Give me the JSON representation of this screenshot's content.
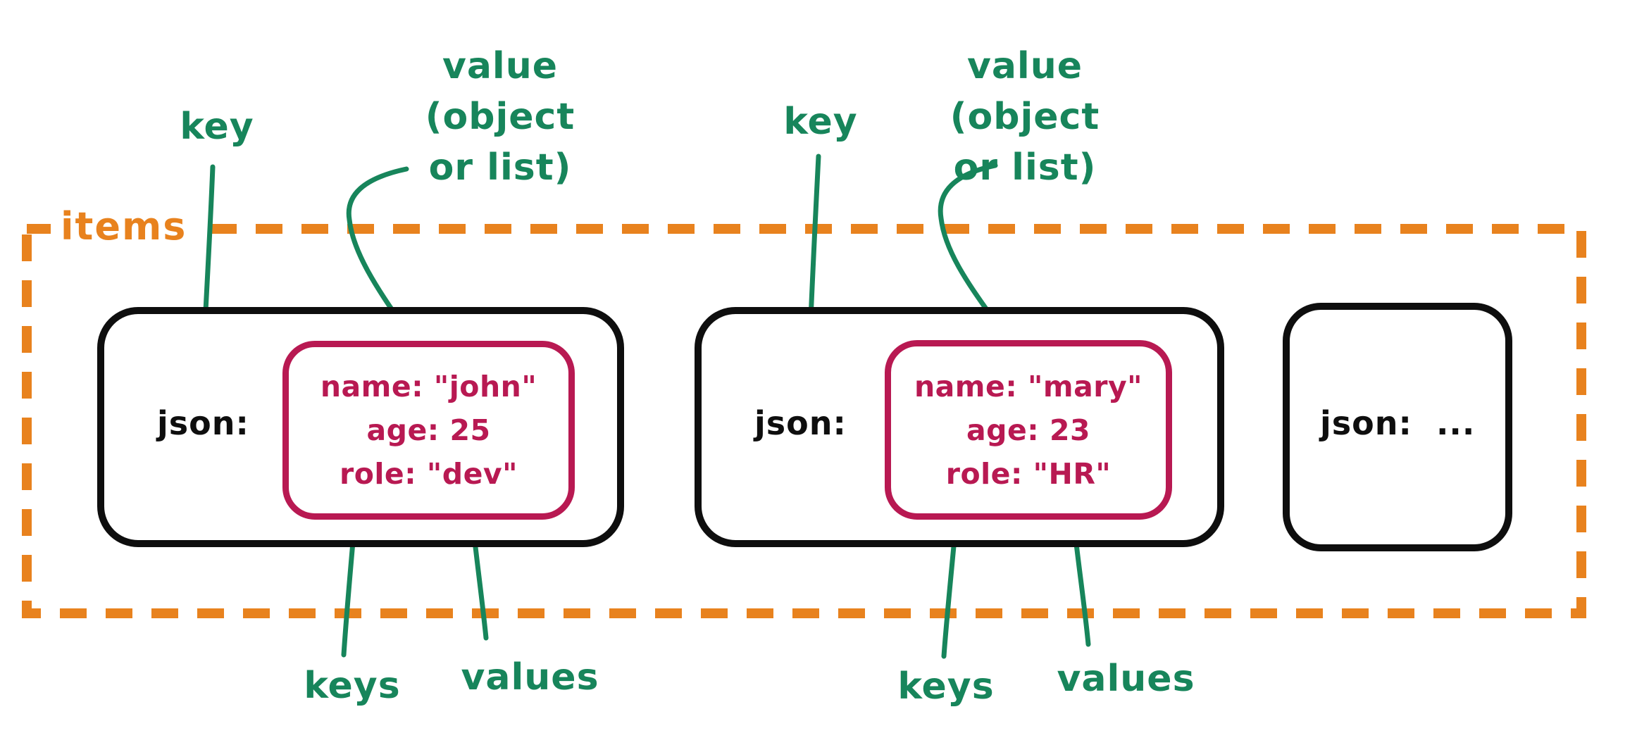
{
  "palette": {
    "orange": "#E8821E",
    "green": "#17855B",
    "crimson": "#B81952",
    "ink": "#0e0e0e",
    "background": "#ffffff"
  },
  "group": {
    "label": "items"
  },
  "annotations": {
    "key1": "key",
    "key2": "key",
    "value1_lines": [
      "value",
      "(object",
      "or list)"
    ],
    "value2_lines": [
      "value",
      "(object",
      "or list)"
    ],
    "keys1": "keys",
    "values1": "values",
    "keys2": "keys",
    "values2": "values"
  },
  "items": [
    {
      "key": "json:",
      "object_lines": [
        "name: \"john\"",
        "age: 25",
        "role: \"dev\""
      ]
    },
    {
      "key": "json:",
      "object_lines": [
        "name: \"mary\"",
        "age: 23",
        "role: \"HR\""
      ]
    },
    {
      "key": "json:",
      "ellipsis": "..."
    }
  ]
}
